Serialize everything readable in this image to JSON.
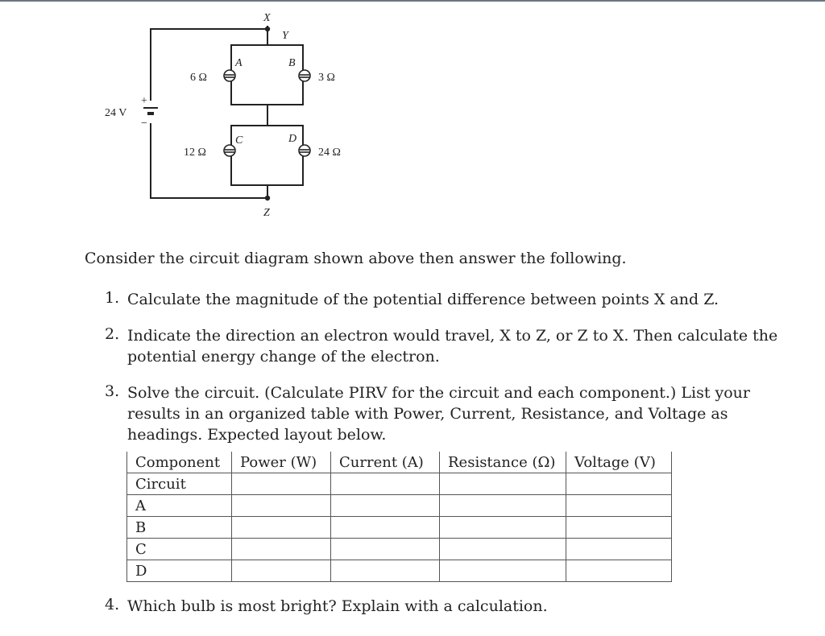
{
  "diagram": {
    "battery_label": "24 V",
    "battery_plus": "+",
    "battery_minus": "−",
    "nodes": {
      "x": "X",
      "y": "Y",
      "z": "Z"
    },
    "bulbs": {
      "a": {
        "letter": "A",
        "resistance": "6 Ω"
      },
      "b": {
        "letter": "B",
        "resistance": "3 Ω"
      },
      "c": {
        "letter": "C",
        "resistance": "12 Ω"
      },
      "d": {
        "letter": "D",
        "resistance": "24 Ω"
      }
    }
  },
  "intro": "Consider the circuit diagram shown above then answer the following.",
  "questions": [
    {
      "num": "1.",
      "lines": [
        "Calculate the magnitude of the potential difference between points X and Z."
      ]
    },
    {
      "num": "2.",
      "lines": [
        "Indicate the direction an electron would travel, X to Z, or Z to X. Then calculate the",
        "potential energy change of the electron."
      ]
    },
    {
      "num": "3.",
      "lines": [
        "Solve the circuit. (Calculate PIRV for the circuit and each component.) List your",
        "results in an organized table with Power, Current, Resistance, and Voltage as",
        "headings. Expected layout below."
      ]
    },
    {
      "num": "4.",
      "lines": [
        "Which bulb is most bright? Explain with a calculation."
      ]
    }
  ],
  "table": {
    "headers": [
      "Component",
      "Power (W)",
      "Current (A)",
      "Resistance (Ω)",
      "Voltage (V)"
    ],
    "rows": [
      "Circuit",
      "A",
      "B",
      "C",
      "D"
    ]
  }
}
